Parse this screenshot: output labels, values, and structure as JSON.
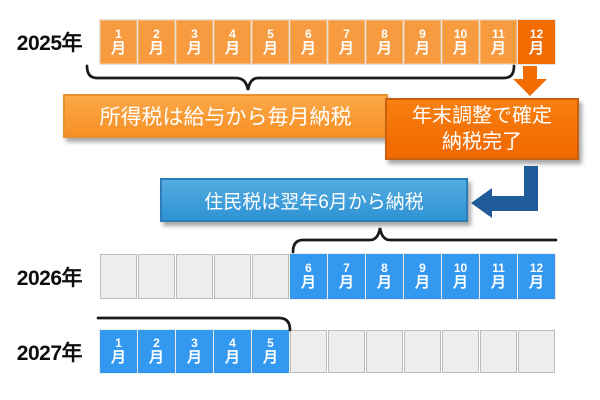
{
  "rows": [
    {
      "year": "2025年",
      "cells": [
        {
          "n": "1",
          "m": "月",
          "type": "orange"
        },
        {
          "n": "2",
          "m": "月",
          "type": "orange"
        },
        {
          "n": "3",
          "m": "月",
          "type": "orange"
        },
        {
          "n": "4",
          "m": "月",
          "type": "orange"
        },
        {
          "n": "5",
          "m": "月",
          "type": "orange"
        },
        {
          "n": "6",
          "m": "月",
          "type": "orange"
        },
        {
          "n": "7",
          "m": "月",
          "type": "orange"
        },
        {
          "n": "8",
          "m": "月",
          "type": "orange"
        },
        {
          "n": "9",
          "m": "月",
          "type": "orange"
        },
        {
          "n": "10",
          "m": "月",
          "type": "orange"
        },
        {
          "n": "11",
          "m": "月",
          "type": "orange"
        },
        {
          "n": "12",
          "m": "月",
          "type": "orangeDark"
        }
      ]
    },
    {
      "year": "2026年",
      "cells": [
        {
          "type": "empty"
        },
        {
          "type": "empty"
        },
        {
          "type": "empty"
        },
        {
          "type": "empty"
        },
        {
          "type": "empty"
        },
        {
          "n": "6",
          "m": "月",
          "type": "blue"
        },
        {
          "n": "7",
          "m": "月",
          "type": "blue"
        },
        {
          "n": "8",
          "m": "月",
          "type": "blue"
        },
        {
          "n": "9",
          "m": "月",
          "type": "blue"
        },
        {
          "n": "10",
          "m": "月",
          "type": "blue"
        },
        {
          "n": "11",
          "m": "月",
          "type": "blue"
        },
        {
          "n": "12",
          "m": "月",
          "type": "blue"
        }
      ]
    },
    {
      "year": "2027年",
      "cells": [
        {
          "n": "1",
          "m": "月",
          "type": "blue"
        },
        {
          "n": "2",
          "m": "月",
          "type": "blue"
        },
        {
          "n": "3",
          "m": "月",
          "type": "blue"
        },
        {
          "n": "4",
          "m": "月",
          "type": "blue"
        },
        {
          "n": "5",
          "m": "月",
          "type": "blue"
        },
        {
          "type": "empty"
        },
        {
          "type": "empty"
        },
        {
          "type": "empty"
        },
        {
          "type": "empty"
        },
        {
          "type": "empty"
        },
        {
          "type": "empty"
        },
        {
          "type": "empty"
        }
      ]
    }
  ],
  "labels": {
    "income_tax": "所得税は給与から毎月納税",
    "year_end_adjustment_line1": "年末調整で確定",
    "year_end_adjustment_line2": "納税完了",
    "resident_tax": "住民税は翌年6月から納税"
  },
  "palette": {
    "month_orange": "#F79B40",
    "month_orange_dark": "#F26C02",
    "month_blue": "#3398F0",
    "empty_cell_gray": "#EDEDED",
    "income_box_fill": "#F79026",
    "year_end_box_fill": "#F06800",
    "resident_box_fill": "#2E92D4",
    "elbow_arrow_blue": "#1F5C99",
    "down_arrow_orange": "#F26C02",
    "bracket_black": "#1B1B1B"
  }
}
